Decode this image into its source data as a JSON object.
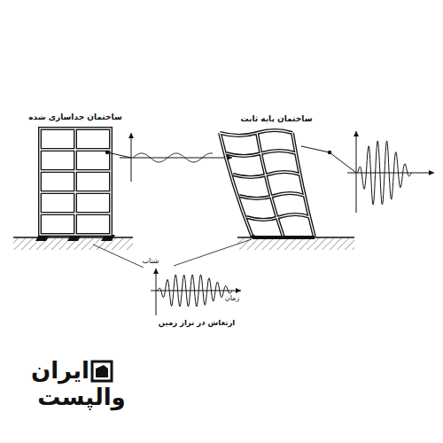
{
  "diagram": {
    "labels": [
      "ساختمان جداسازی شده",
      "ساختمان پایه ثابت",
      "شتاب",
      "زمان",
      "ارتعاش در تراز زمین",
      "ایران",
      "والپست"
    ]
  }
}
